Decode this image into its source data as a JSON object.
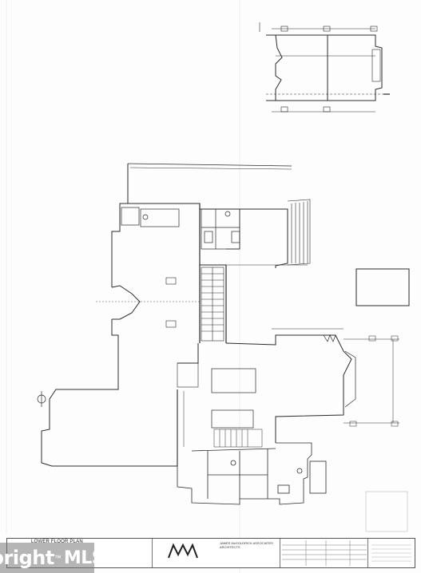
{
  "sheet": {
    "title_block": {
      "sheet_title": "LOWER FLOOR PLAN",
      "architect_name": "JAMES McGOLDRICK ASSOCIATES",
      "architect_sub": "ARCHITECTS"
    },
    "watermark": {
      "text": "bright",
      "mark": "MLS",
      "tm": "™"
    }
  },
  "colors": {
    "line": "#2a2a2a",
    "paper": "#fdfdfd",
    "watermark_bg": "#7a7a7a"
  }
}
